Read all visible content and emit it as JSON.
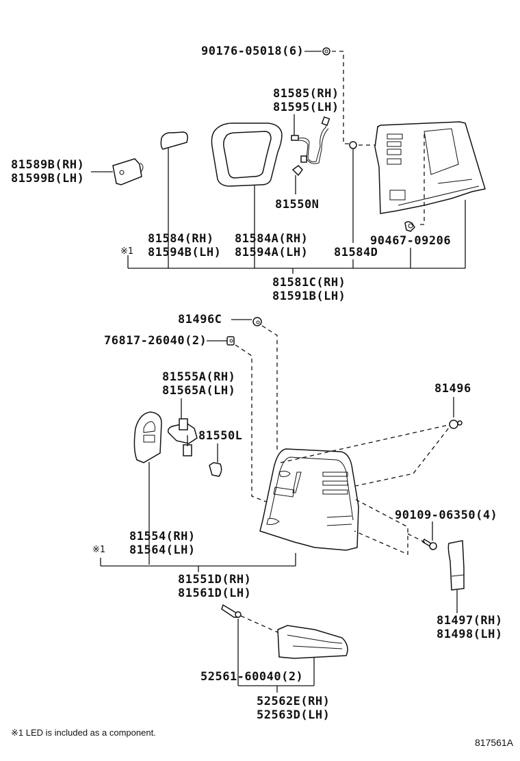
{
  "diagram": {
    "id_code": "817561A",
    "footnote": "※1 LED is included as a component.",
    "led_marker": "※1",
    "upper_assembly": {
      "labels": {
        "p90176": "90176-05018(6)",
        "p81585": "81585(RH)",
        "p81595": "81595(LH)",
        "p81589b": "81589B(RH)",
        "p81599b": "81599B(LH)",
        "p81550n": "81550N",
        "p81584": "81584(RH)",
        "p81594b": "81594B(LH)",
        "p81584a": "81584A(RH)",
        "p81594a": "81594A(LH)",
        "p81584d": "81584D",
        "p90467": "90467-09206",
        "p81581c": "81581C(RH)",
        "p81591b": "81591B(LH)"
      }
    },
    "lower_assembly": {
      "labels": {
        "p81496c": "81496C",
        "p76817": "76817-26040(2)",
        "p81555a": "81555A(RH)",
        "p81565a": "81565A(LH)",
        "p81550l": "81550L",
        "p81496": "81496",
        "p90109": "90109-06350(4)",
        "p81554": "81554(RH)",
        "p81564": "81564(LH)",
        "p81551d": "81551D(RH)",
        "p81561d": "81561D(LH)",
        "p81497": "81497(RH)",
        "p81498": "81498(LH)",
        "p52561": "52561-60040(2)",
        "p52562e": "52562E(RH)",
        "p52563d": "52563D(LH)"
      }
    }
  }
}
